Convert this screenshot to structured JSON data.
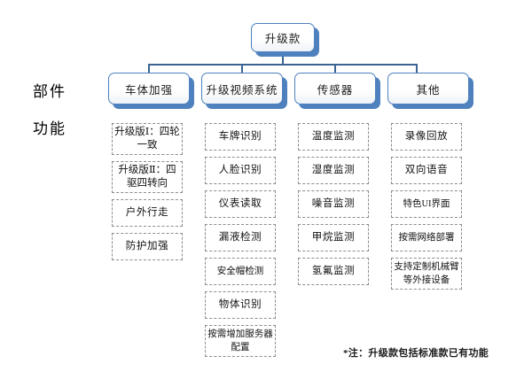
{
  "diagram": {
    "root": {
      "label": "升级款"
    },
    "row_labels": {
      "components": "部件",
      "functions": "功能"
    },
    "colors": {
      "node_fill": "#FFFFFF",
      "node_border": "#4E81BD",
      "node_shadow": "#4E81BD",
      "connector": "#3B6494",
      "leaf_border": "#8C8C8C",
      "text": "#111111",
      "background": "#FFFFFF"
    },
    "columns": [
      {
        "header": "车体加强",
        "items": [
          "升级版Ⅰ：四轮一致",
          "升级版Ⅱ：四驱四转向",
          "户外行走",
          "防护加强"
        ]
      },
      {
        "header": "升级视频系统",
        "items": [
          "车牌识别",
          "人脸识别",
          "仪表读取",
          "漏液检测",
          "安全帽检测",
          "物体识别",
          "按需增加服务器配置"
        ]
      },
      {
        "header": "传感器",
        "items": [
          "温度监测",
          "湿度监测",
          "噪音监测",
          "甲烷监测",
          "氢氟监测"
        ]
      },
      {
        "header": "其他",
        "items": [
          "录像回放",
          "双向语音",
          "特色UI界面",
          "按需网络部署",
          "支持定制机械臂等外接设备"
        ]
      }
    ],
    "footnote": "*注：升级款包括标准款已有功能"
  }
}
